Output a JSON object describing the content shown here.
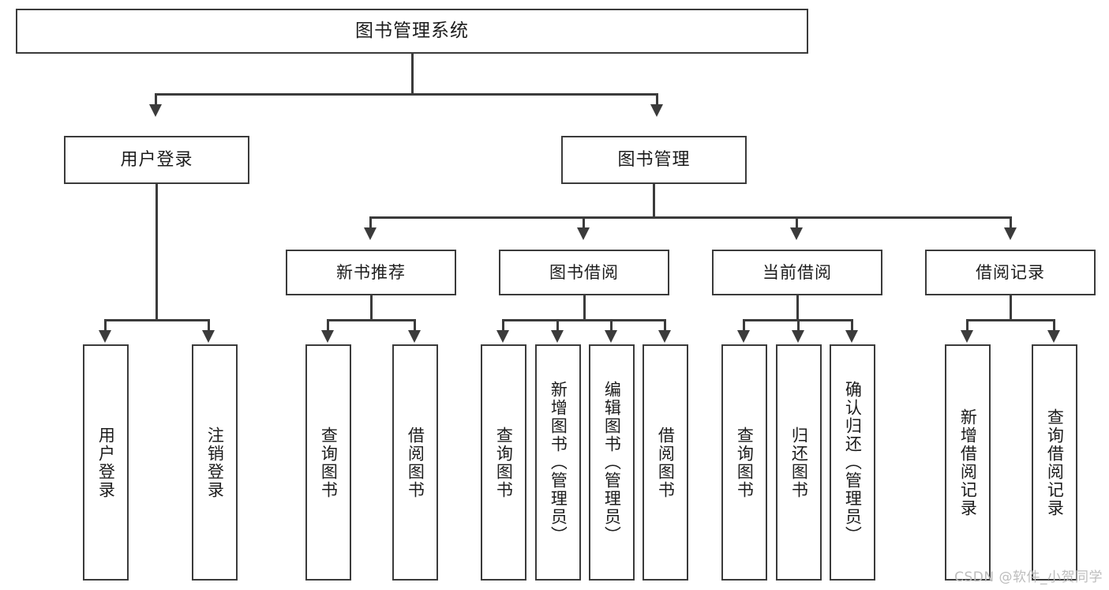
{
  "diagram": {
    "type": "tree-hierarchy",
    "title": "图书管理系统",
    "orientation": "top-down",
    "colors": {
      "stroke": "#3b3b3b",
      "fill": "#ffffff",
      "text": "#1c1c1c",
      "watermark": "#bdbdbd"
    }
  },
  "watermark": "CSDN @软件_小贺同学",
  "nodes": {
    "root": {
      "label": "图书管理系统"
    },
    "level2": [
      {
        "id": "user-login",
        "label": "用户登录"
      },
      {
        "id": "book-management",
        "label": "图书管理"
      }
    ],
    "level3": [
      {
        "id": "new-book-recommend",
        "label": "新书推荐"
      },
      {
        "id": "book-borrow",
        "label": "图书借阅"
      },
      {
        "id": "current-borrow",
        "label": "当前借阅"
      },
      {
        "id": "borrow-record",
        "label": "借阅记录"
      }
    ],
    "leaves": {
      "user_login": [
        {
          "id": "leaf-user-login",
          "label": "用户登录"
        },
        {
          "id": "leaf-logout-login",
          "label": "注销登录"
        }
      ],
      "new_book_recommend": [
        {
          "id": "leaf-query-book-1",
          "label": "查询图书"
        },
        {
          "id": "leaf-borrow-book-1",
          "label": "借阅图书"
        }
      ],
      "book_borrow": [
        {
          "id": "leaf-query-book-2",
          "label": "查询图书"
        },
        {
          "id": "leaf-add-book",
          "label": "新增图书（管理员）"
        },
        {
          "id": "leaf-edit-book",
          "label": "编辑图书（管理员）"
        },
        {
          "id": "leaf-borrow-book-2",
          "label": "借阅图书"
        }
      ],
      "current_borrow": [
        {
          "id": "leaf-query-book-3",
          "label": "查询图书"
        },
        {
          "id": "leaf-return-book",
          "label": "归还图书"
        },
        {
          "id": "leaf-confirm-return",
          "label": "确认归还（管理员）"
        }
      ],
      "borrow_record": [
        {
          "id": "leaf-add-record",
          "label": "新增借阅记录"
        },
        {
          "id": "leaf-query-record",
          "label": "查询借阅记录"
        }
      ]
    }
  }
}
